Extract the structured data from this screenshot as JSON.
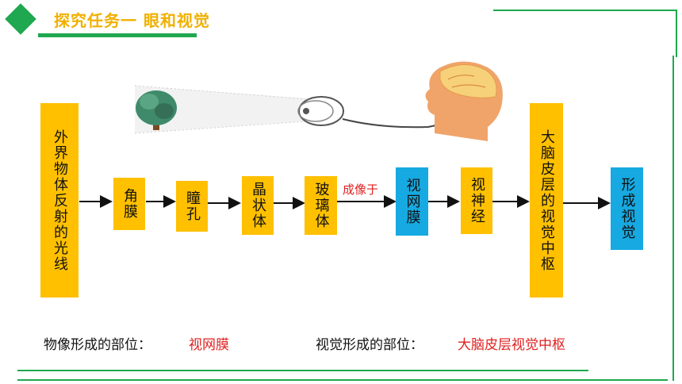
{
  "header": {
    "title": "探究任务一   眼和视觉"
  },
  "flow": {
    "external": "外界物体反射的光线",
    "cornea": "角膜",
    "pupil": "瞳孔",
    "lens": "晶状体",
    "vitreous": "玻璃体",
    "image_label": "成像于",
    "retina": "视网膜",
    "optic_nerve": "视神经",
    "cortex": "大脑皮层的视觉中枢",
    "vision": "形成视觉"
  },
  "captions": {
    "image_site_label": "物像形成的部位：",
    "image_site_value": "视网膜",
    "vision_site_label": "视觉形成的部位：",
    "vision_site_value": "大脑皮层视觉中枢"
  },
  "colors": {
    "green": "#1fa84f",
    "yellow": "#ffc000",
    "blue": "#17a9e1",
    "red": "#e02020"
  }
}
